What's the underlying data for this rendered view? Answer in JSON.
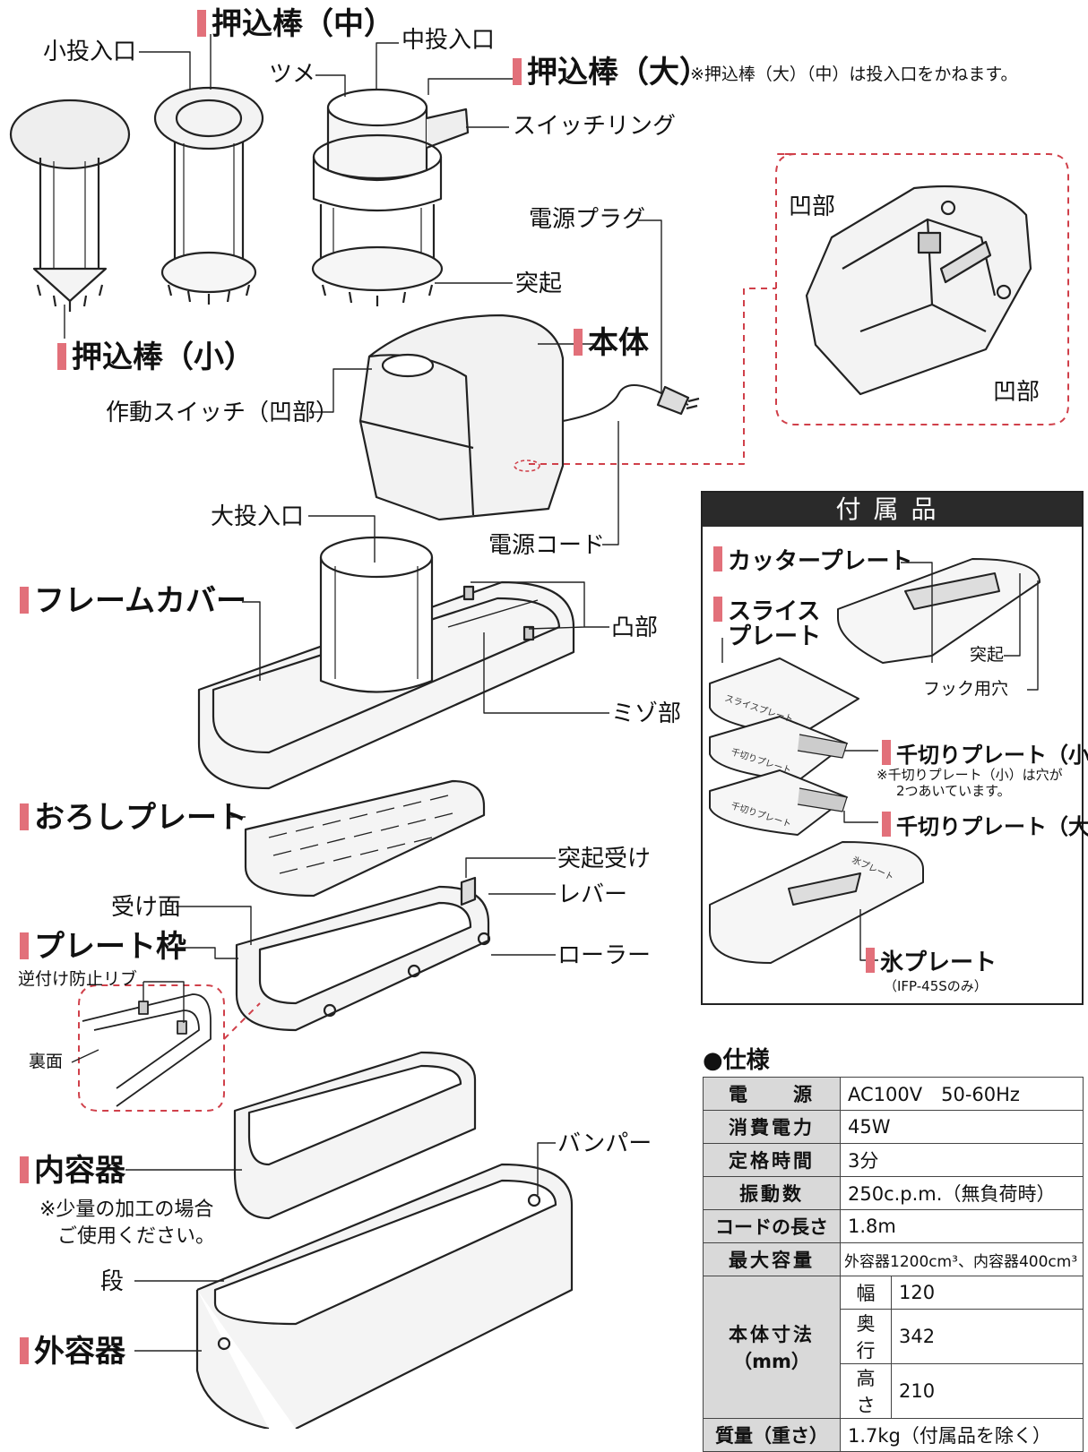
{
  "parts": {
    "oshikomibo_chu": "押込棒（中）",
    "sho_tonyuguchi": "小投入口",
    "chu_tonyuguchi": "中投入口",
    "tsume": "ツメ",
    "oshikomibo_dai": "押込棒（大）",
    "note_dai": "※押込棒（大）（中）は投入口をかねます。",
    "switch_ring": "スイッチリング",
    "dengen_plug": "電源プラグ",
    "tokki": "突起",
    "oshikomibo_sho": "押込棒（小）",
    "hontai": "本体",
    "sado_switch": "作動スイッチ（凹部）",
    "oubu_1": "凹部",
    "oubu_2": "凹部",
    "dai_tonyuguchi": "大投入口",
    "dengen_cord": "電源コード",
    "frame_cover": "フレームカバー",
    "totsubu": "凸部",
    "mizo": "ミゾ部",
    "oroshi_plate": "おろしプレート",
    "tokki_uke": "突起受け",
    "lever": "レバー",
    "uke_men": "受け面",
    "plate_waku": "プレート枠",
    "roller": "ローラー",
    "sakatsuke_rib": "逆付け防止リブ",
    "ura_men": "裏面",
    "bumper": "バンパー",
    "nai_yoki": "内容器",
    "nai_note_1": "※少量の加工の場合",
    "nai_note_2": "ご使用ください。",
    "dan": "段",
    "gai_yoki": "外容器"
  },
  "accessories": {
    "title": "付属品",
    "cutter_plate": "カッタープレート",
    "slice_1": "スライス",
    "slice_2": "プレート",
    "tokki": "突起",
    "hook_ana": "フック用穴",
    "sengiri_sho": "千切りプレート（小）",
    "sengiri_note_1": "※千切りプレート（小）は穴が",
    "sengiri_note_2": "2つあいています。",
    "sengiri_dai": "千切りプレート（大）",
    "kori_plate": "氷プレート",
    "kori_note": "（IFP-45Sのみ）",
    "plate_print_slice": "スライスプレート",
    "plate_print_sengiri": "千切りプレート",
    "plate_print_kori": "氷プレート"
  },
  "spec": {
    "title": "●仕様",
    "rows": [
      {
        "key": "電　　源",
        "value": "AC100V　50-60Hz"
      },
      {
        "key": "消費電力",
        "value": "45W"
      },
      {
        "key": "定格時間",
        "value": "3分"
      },
      {
        "key": "振動数",
        "value": "250c.p.m.（無負荷時）"
      },
      {
        "key": "コードの長さ",
        "value": "1.8m"
      },
      {
        "key": "最大容量",
        "value": "外容器1200cm³、内容器400cm³"
      }
    ],
    "dims_key_1": "本体寸法",
    "dims_key_2": "（mm）",
    "dims": [
      {
        "key": "幅",
        "value": "120"
      },
      {
        "key": "奥行",
        "value": "342"
      },
      {
        "key": "高さ",
        "value": "210"
      }
    ],
    "weight_key": "質量（重さ）",
    "weight_value": "1.7kg（付属品を除く）"
  },
  "colors": {
    "accent_tag": "#e2707a",
    "dash_red": "#d0404a",
    "header_bg": "#2a2a2a",
    "table_key_bg": "#d9d9d9"
  }
}
